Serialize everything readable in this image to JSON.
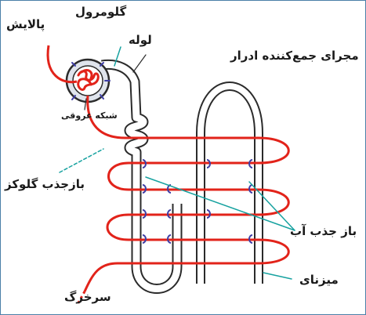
{
  "labels": {
    "glomerulus": "گلومرول",
    "filtration": "پالایش",
    "tube": "لوله",
    "capillary_network": "شبکه عروقی",
    "collecting_duct": "مجرای جمع‌کننده ادرار",
    "glucose_reabsorption": "بازجذب گلوکز",
    "water_reabsorption": "باز جذب آب",
    "ureter": "میزنای",
    "vein": "سرخرگ"
  },
  "colors": {
    "vessel_red": "#e2231a",
    "tubule_outline": "#2b2b2b",
    "tubule_fill": "#ffffff",
    "bowman_fill": "#dfe4ec",
    "reabsorption_marker": "#3f3fa6",
    "pointer_line": "#17a2a0",
    "frame": "#4b7fa8"
  }
}
